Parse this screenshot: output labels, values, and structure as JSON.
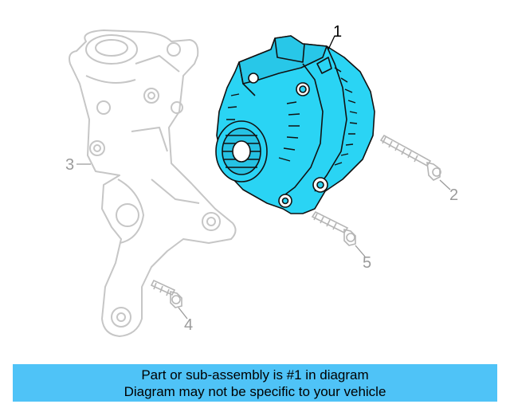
{
  "diagram": {
    "callouts": [
      {
        "id": "1",
        "label": "1",
        "highlight": true
      },
      {
        "id": "2",
        "label": "2",
        "highlight": false
      },
      {
        "id": "3",
        "label": "3",
        "highlight": false
      },
      {
        "id": "4",
        "label": "4",
        "highlight": false
      },
      {
        "id": "5",
        "label": "5",
        "highlight": false
      }
    ],
    "colors": {
      "highlight_fill": "#2ad4f4",
      "highlight_stroke": "#000000",
      "ghost_stroke": "#c6c6c6",
      "callout_text": "#9a9a9a",
      "callout_text_active": "#000000"
    }
  },
  "banner": {
    "line1": "Part or sub-assembly is #1 in diagram",
    "line2": "Diagram may not be specific to your vehicle",
    "background": "#4fc3f7"
  }
}
